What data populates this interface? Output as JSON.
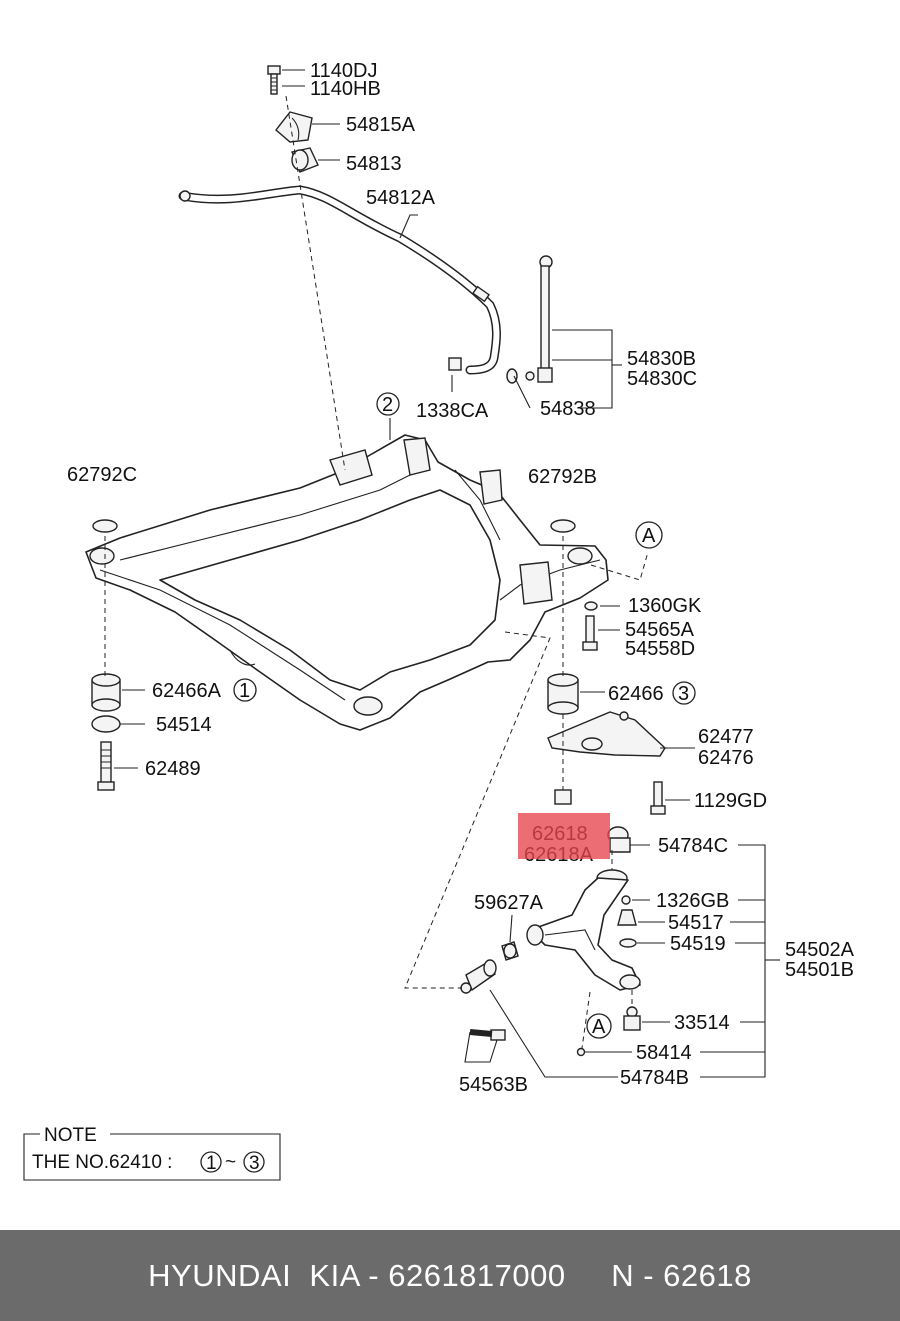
{
  "labels": {
    "p1140dj": "1140DJ",
    "p1140hb": "1140HB",
    "p54815a": "54815A",
    "p54813": "54813",
    "p54812a": "54812A",
    "p54830b": "54830B",
    "p54830c": "54830C",
    "p1338ca": "1338CA",
    "p54838": "54838",
    "c2": "2",
    "p62792c": "62792C",
    "p62792b": "62792B",
    "cA1": "A",
    "p1360gk": "1360GK",
    "p54565a": "54565A",
    "p54558d": "54558D",
    "p62466a": "62466A",
    "c1": "1",
    "p62466": "62466",
    "c3": "3",
    "p54514": "54514",
    "p62489": "62489",
    "p62477": "62477",
    "p62476": "62476",
    "p1129gd": "1129GD",
    "p62618": "62618",
    "p62618a": "62618A",
    "p54784c": "54784C",
    "p59627a": "59627A",
    "p1326gb": "1326GB",
    "p54517": "54517",
    "p54519": "54519",
    "p54502a": "54502A",
    "p54501b": "54501B",
    "cA2": "A",
    "p33514": "33514",
    "p58414": "58414",
    "p54784b": "54784B",
    "p54563b": "54563B"
  },
  "note": {
    "title": "NOTE",
    "text": "THE NO.62410 :",
    "c1": "1",
    "tilde": "~",
    "c3": "3"
  },
  "footer": {
    "text": "HYUNDAI  KIA - 6261817000     N - 62618"
  },
  "colors": {
    "highlight": "#e8444e",
    "footer_bg": "#6b6b6b"
  }
}
